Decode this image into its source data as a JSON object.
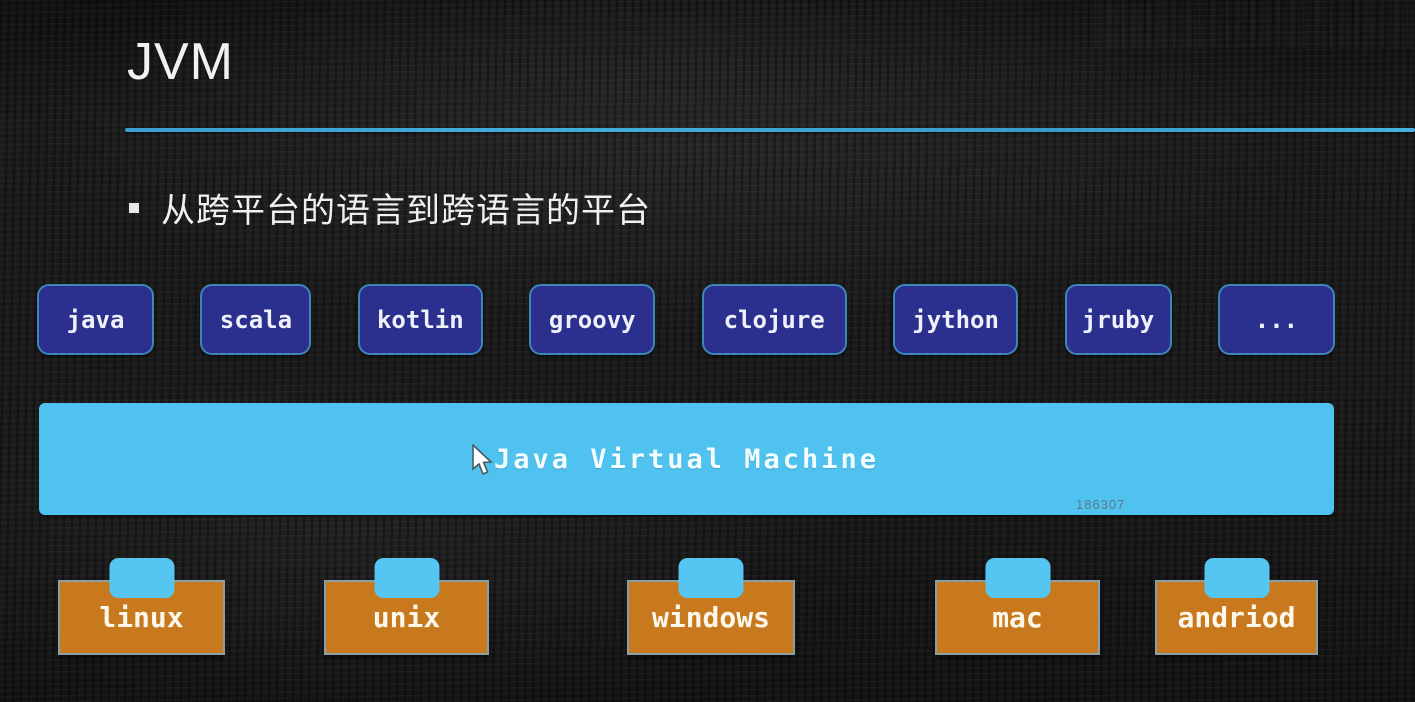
{
  "slide": {
    "title": "JVM",
    "bullet_text": "从跨平台的语言到跨语言的平台",
    "languages": [
      {
        "label": "java"
      },
      {
        "label": "scala"
      },
      {
        "label": "kotlin"
      },
      {
        "label": "groovy"
      },
      {
        "label": "clojure"
      },
      {
        "label": "jython"
      },
      {
        "label": "jruby"
      },
      {
        "label": "..."
      }
    ],
    "jvm_bar": {
      "label": "Java Virtual Machine",
      "watermark": "186307"
    },
    "platforms": [
      {
        "label": "linux"
      },
      {
        "label": "unix"
      },
      {
        "label": "windows"
      },
      {
        "label": "mac"
      },
      {
        "label": "andriod"
      }
    ],
    "colors": {
      "background": "#171717",
      "divider_blue": "#42aede",
      "language_box_fill": "#2b2f8d",
      "language_box_border": "#3d86b6",
      "jvm_bar_blue": "#4fc2ef",
      "platform_orange": "#c8791e",
      "platform_border": "#8aa0a8",
      "connector_tab_blue": "#55c6f2",
      "text_white": "#f1f1f1",
      "watermark_gray": "#5e7685"
    },
    "icons": {
      "cursor": "mouse-arrow-cursor",
      "bullet": "square-bullet"
    }
  }
}
